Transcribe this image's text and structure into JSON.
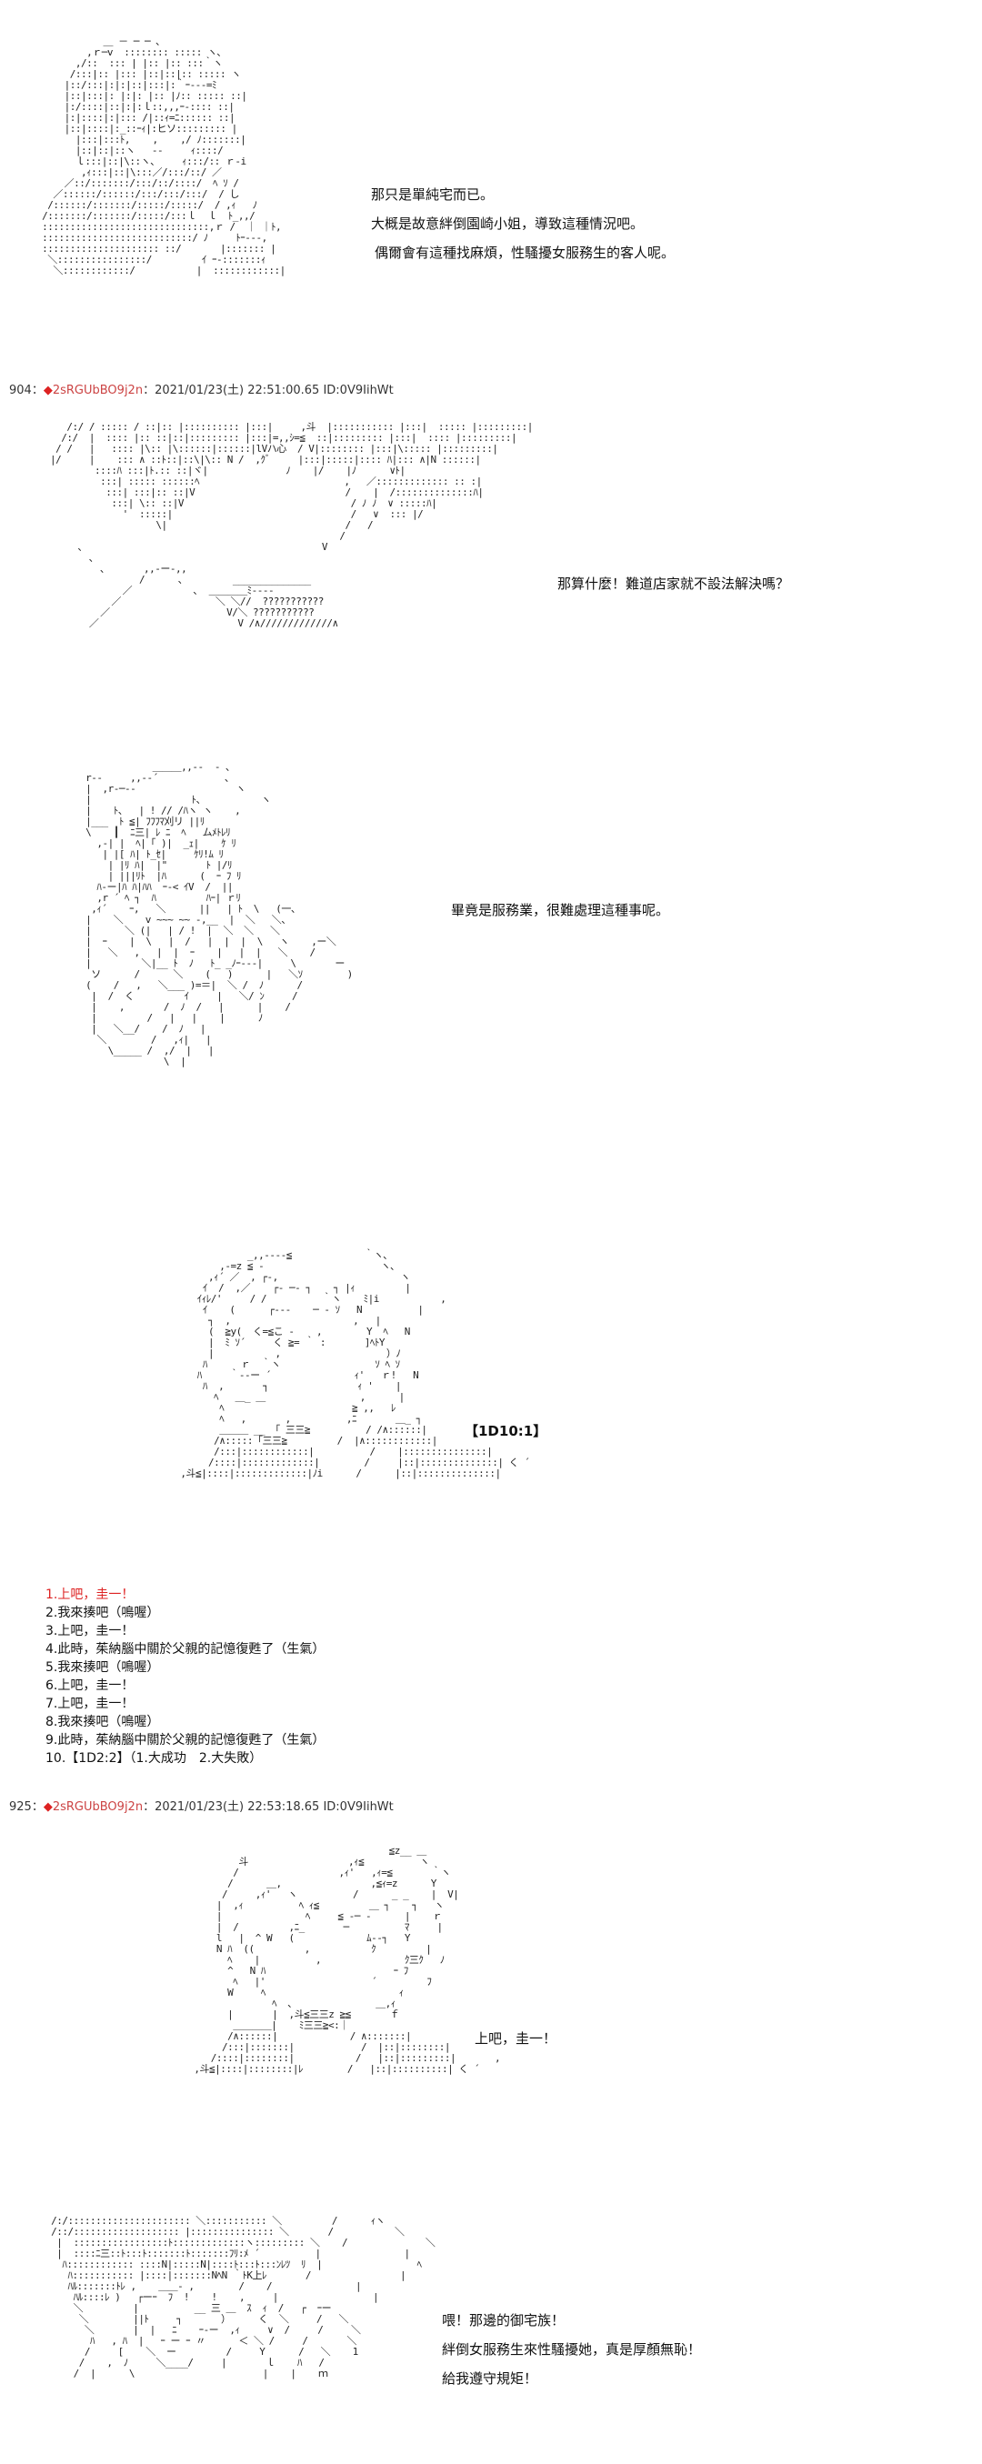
{
  "panel1": {
    "lines": [
      "那只是單純宅而已。",
      "大概是故意絆倒園崎小姐，導致這種情況吧。",
      "偶爾會有這種找麻煩，性騷擾女服務生的客人呢。"
    ]
  },
  "post904": {
    "number": "904：",
    "diamond": "◆",
    "trip": "2sRGUbBO9j2n",
    "meta": "：2021/01/23(土) 22:51:00.65 ID:0V9IihWt"
  },
  "panel2": {
    "line": "那算什麼！難道店家就不設法解決嗎？"
  },
  "panel3": {
    "line": "畢竟是服務業，很難處理這種事呢。"
  },
  "panel4": {
    "roll": "【1D10:1】"
  },
  "choices": {
    "items": [
      "1.上吧，圭一！",
      "2.我來揍吧（鳴喔）",
      "3.上吧，圭一！",
      "4.此時，茱納腦中關於父親的記憶復甦了（生氣）",
      "5.我來揍吧（鳴喔）",
      "6.上吧，圭一！",
      "7.上吧，圭一！",
      "8.我來揍吧（鳴喔）",
      "9.此時，茱納腦中關於父親的記憶復甦了（生氣）",
      "10.【1D2:2】（1.大成功　2.大失敗）"
    ]
  },
  "post925": {
    "number": "925：",
    "diamond": "◆",
    "trip": "2sRGUbBO9j2n",
    "meta": "：2021/01/23(土) 22:53:18.65 ID:0V9IihWt"
  },
  "panel5": {
    "line": "上吧，圭一！"
  },
  "panel6": {
    "lines": [
      "喂！那邊的御宅族！",
      "絆倒女服務生來性騷擾她，真是厚顏無恥！",
      "給我遵守規矩！"
    ]
  }
}
